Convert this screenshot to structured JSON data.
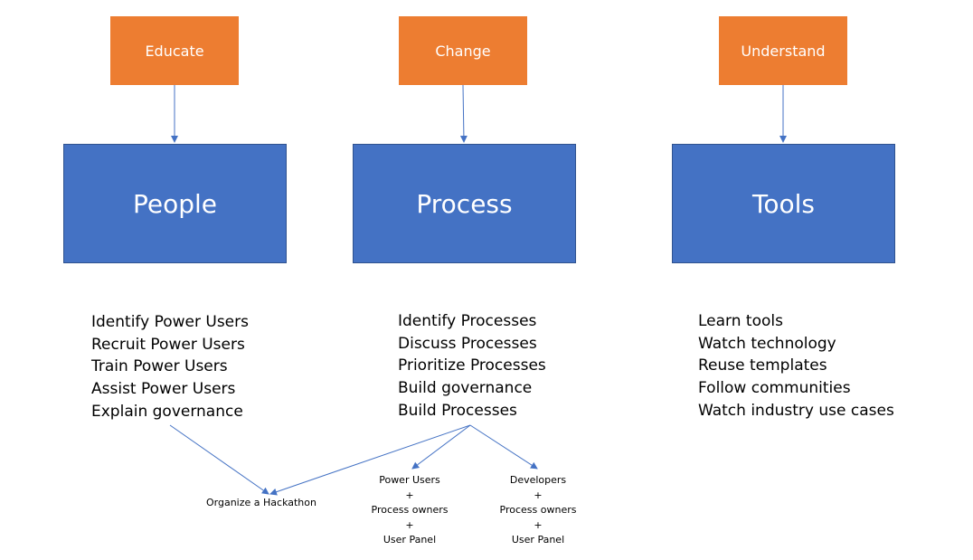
{
  "columns": [
    {
      "action": "Educate",
      "pillar": "People",
      "items": [
        "Identify Power Users",
        "Recruit Power Users",
        "Train Power Users",
        "Assist Power Users",
        "Explain governance"
      ]
    },
    {
      "action": "Change",
      "pillar": "Process",
      "items": [
        "Identify Processes",
        "Discuss Processes",
        "Prioritize Processes",
        "Build governance",
        "Build Processes"
      ]
    },
    {
      "action": "Understand",
      "pillar": "Tools",
      "items": [
        "Learn tools",
        "Watch technology",
        "Reuse templates",
        "Follow communities",
        "Watch industry use cases"
      ]
    }
  ],
  "outcomes": {
    "hackathon": "Organize a Hackathon",
    "panel_a": [
      "Power Users",
      "+",
      "Process owners",
      "+",
      "User Panel"
    ],
    "panel_b": [
      "Developers",
      "+",
      "Process owners",
      "+",
      "User Panel"
    ]
  },
  "colors": {
    "action_box": "#ED7D31",
    "pillar_box": "#4472C4",
    "connector": "#4472C4"
  }
}
